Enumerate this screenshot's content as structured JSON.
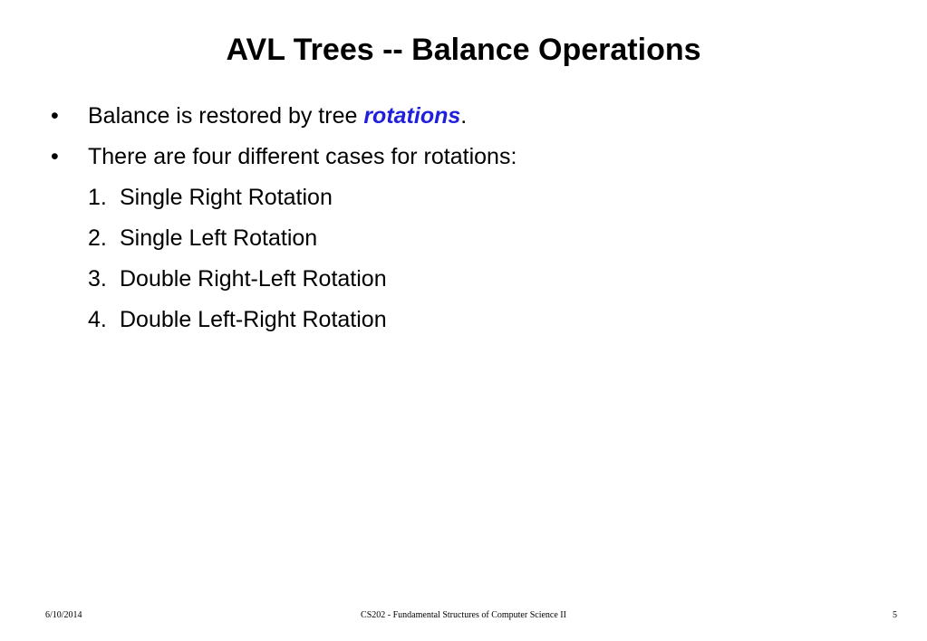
{
  "title": "AVL Trees -- Balance Operations",
  "bullets": [
    {
      "mark": "•",
      "text_before": "Balance is restored by tree ",
      "emphasis": "rotations",
      "text_after": "."
    },
    {
      "mark": "•",
      "text": "There are four different cases for rotations:"
    }
  ],
  "cases": [
    {
      "num": "1.",
      "label": "Single Right Rotation"
    },
    {
      "num": "2.",
      "label": "Single Left Rotation"
    },
    {
      "num": "3.",
      "label": "Double Right-Left Rotation"
    },
    {
      "num": "4.",
      "label": "Double Left-Right Rotation"
    }
  ],
  "footer": {
    "date": "6/10/2014",
    "course": "CS202 - Fundamental Structures of Computer Science II",
    "page": "5"
  },
  "colors": {
    "emphasis": "#1f1fdc"
  }
}
